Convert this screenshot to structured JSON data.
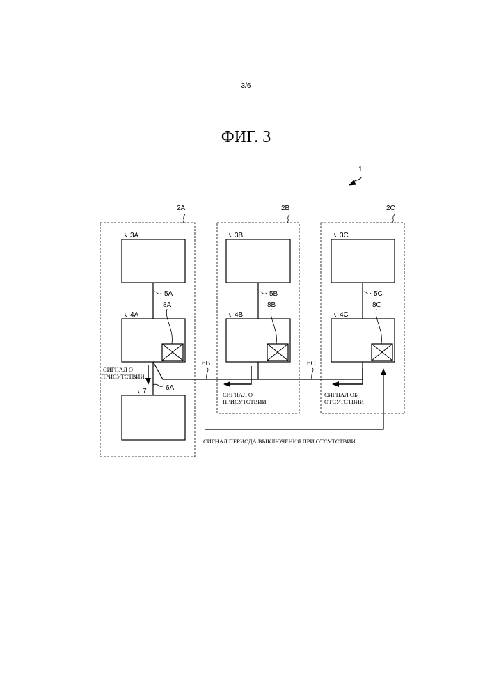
{
  "page": {
    "number": "3/6",
    "figure_title": "ФИГ. 3"
  },
  "labels": {
    "system": "1",
    "zone_a": "2A",
    "zone_b": "2B",
    "zone_c": "2C",
    "unit_3a": "3A",
    "unit_3b": "3B",
    "unit_3c": "3C",
    "line_5a": "5A",
    "line_5b": "5B",
    "line_5c": "5C",
    "unit_4a": "4A",
    "unit_4b": "4B",
    "unit_4c": "4C",
    "sensor_8a": "8A",
    "sensor_8b": "8B",
    "sensor_8c": "8C",
    "line_6a": "6A",
    "line_6b": "6B",
    "line_6c": "6C",
    "unit_7": "7"
  },
  "signals": {
    "presence_a_line1": "СИГНАЛ О",
    "presence_a_line2": "ПРИСУТСТВИИ",
    "presence_b_line1": "СИГНАЛ О",
    "presence_b_line2": "ПРИСУТСТВИИ",
    "absence_c_line1": "СИГНАЛ ОБ",
    "absence_c_line2": "ОТСУТСТВИИ",
    "shutdown_period": "СИГНАЛ ПЕРИОДА ВЫКЛЮЧЕНИЯ ПРИ ОТСУТСТВИИ"
  },
  "colors": {
    "line": "#000000",
    "background": "#ffffff"
  }
}
